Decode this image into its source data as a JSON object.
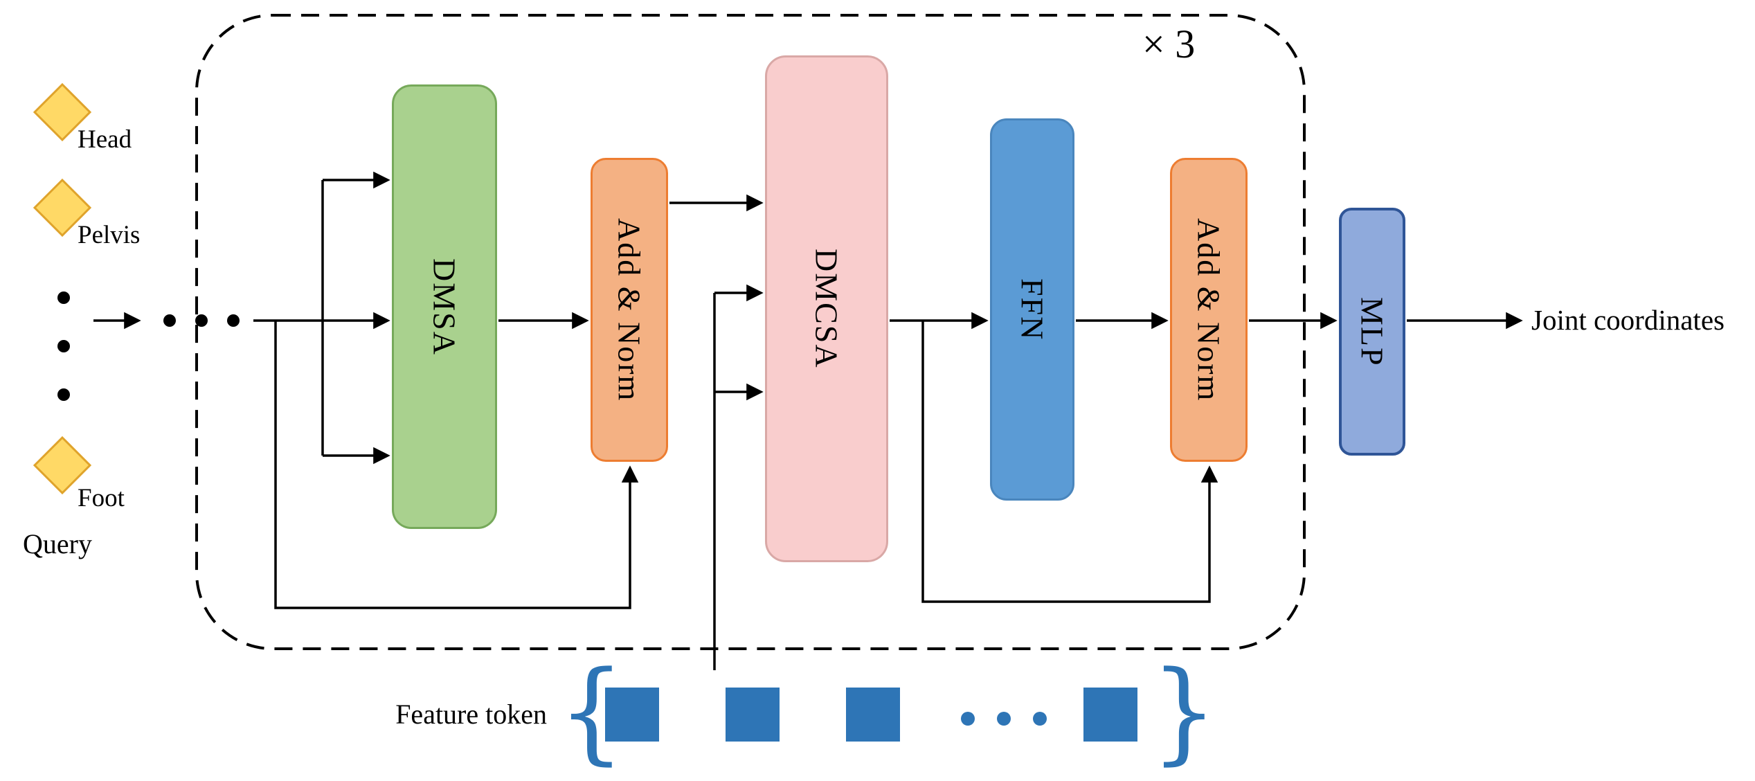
{
  "loop": {
    "label": "× 3"
  },
  "query_tokens": {
    "items": [
      "Head",
      "Pelvis",
      "Foot"
    ],
    "group_label": "Query"
  },
  "blocks": {
    "dmsa": "DMSA",
    "add_norm_1": "Add & Norm",
    "dmcsa": "DMCSA",
    "ffn": "FFN",
    "add_norm_2": "Add & Norm",
    "mlp": "MLP"
  },
  "output": {
    "label": "Joint coordinates"
  },
  "feature_tokens": {
    "label": "Feature token",
    "square_count": 4
  },
  "colors": {
    "query_diamond": "#FFD966",
    "query_diamond_border": "#DFA32B",
    "dmsa_block": "#A9D18E",
    "add_norm_block": "#F4B183",
    "dmcsa_block": "#F9CDCD",
    "ffn_block": "#5B9BD5",
    "mlp_block": "#8FAADC",
    "feature_token_blue": "#2E75B6",
    "wire": "#000000"
  }
}
